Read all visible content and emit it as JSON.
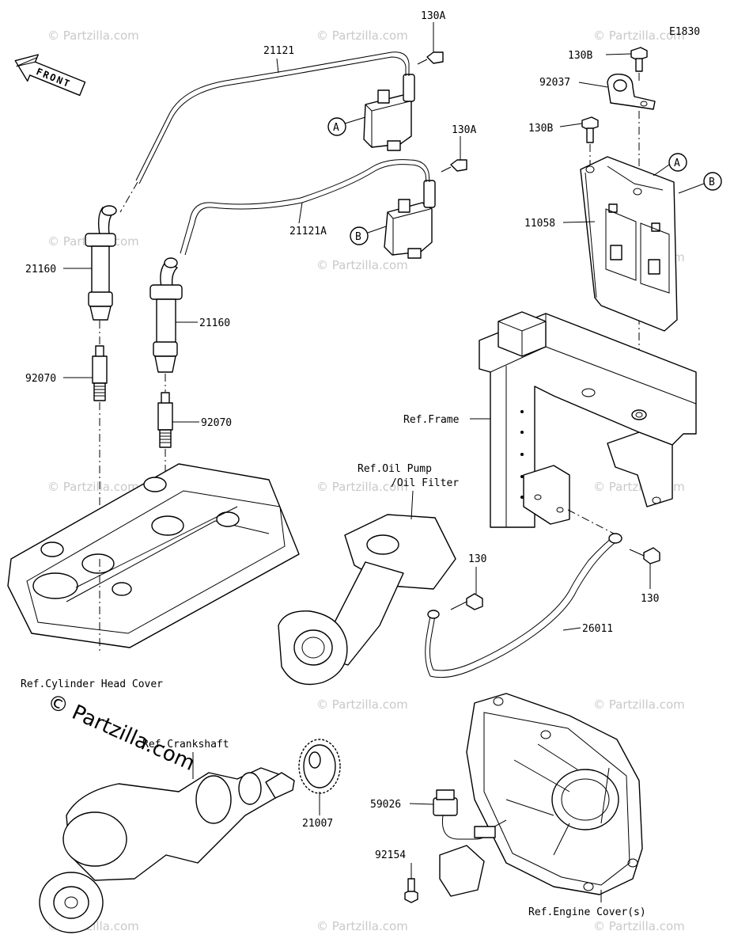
{
  "diagram_code": "E1830",
  "front_label": "FRONT",
  "copyright": "© Partzilla.com",
  "watermark": "© Partzilla.com",
  "callouts": {
    "p130A_top": "130A",
    "p130A_mid": "130A",
    "p130B_top": "130B",
    "p130B_mid": "130B",
    "p92037": "92037",
    "p11058": "11058",
    "p21121": "21121",
    "p21121A": "21121A",
    "p21160_left": "21160",
    "p21160_right": "21160",
    "p92070_left": "92070",
    "p92070_right": "92070",
    "ref_frame": "Ref.Frame",
    "ref_oil_pump_1": "Ref.Oil Pump",
    "ref_oil_pump_2": "/Oil Filter",
    "p130_left": "130",
    "p130_right": "130",
    "p26011": "26011",
    "ref_cyl_head": "Ref.Cylinder Head Cover",
    "ref_crankshaft": "Ref.Crankshaft",
    "p21007": "21007",
    "p59026": "59026",
    "p92154": "92154",
    "ref_engine_cover": "Ref.Engine Cover(s)"
  },
  "markers": {
    "coil_a": "A",
    "coil_b": "B",
    "bracket_a": "A",
    "bracket_b": "B"
  }
}
